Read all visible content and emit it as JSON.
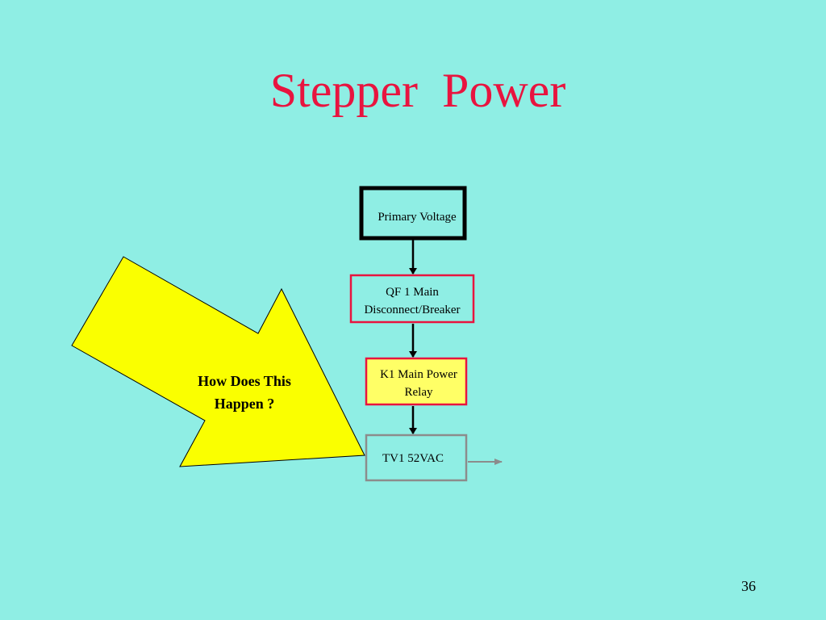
{
  "slide": {
    "title": "Stepper  Power",
    "page_number": "36",
    "background_color": "#8FEEE4",
    "title_color": "#E8143F"
  },
  "callout": {
    "line1": "How Does This",
    "line2": "Happen ?",
    "fill_color": "#FAFF00"
  },
  "flow": {
    "primary_voltage": {
      "label": "Primary Voltage",
      "border_color": "#000000"
    },
    "main_disconnect": {
      "line1": "QF 1 Main",
      "line2": "Disconnect/Breaker",
      "border_color": "#E8143F"
    },
    "main_relay": {
      "line1": "K1 Main Power",
      "line2": "Relay",
      "fill_color": "#FFFF66",
      "border_color": "#E8143F"
    },
    "transformer": {
      "label": "TV1 52VAC",
      "border_color": "#8C8C8C"
    }
  }
}
